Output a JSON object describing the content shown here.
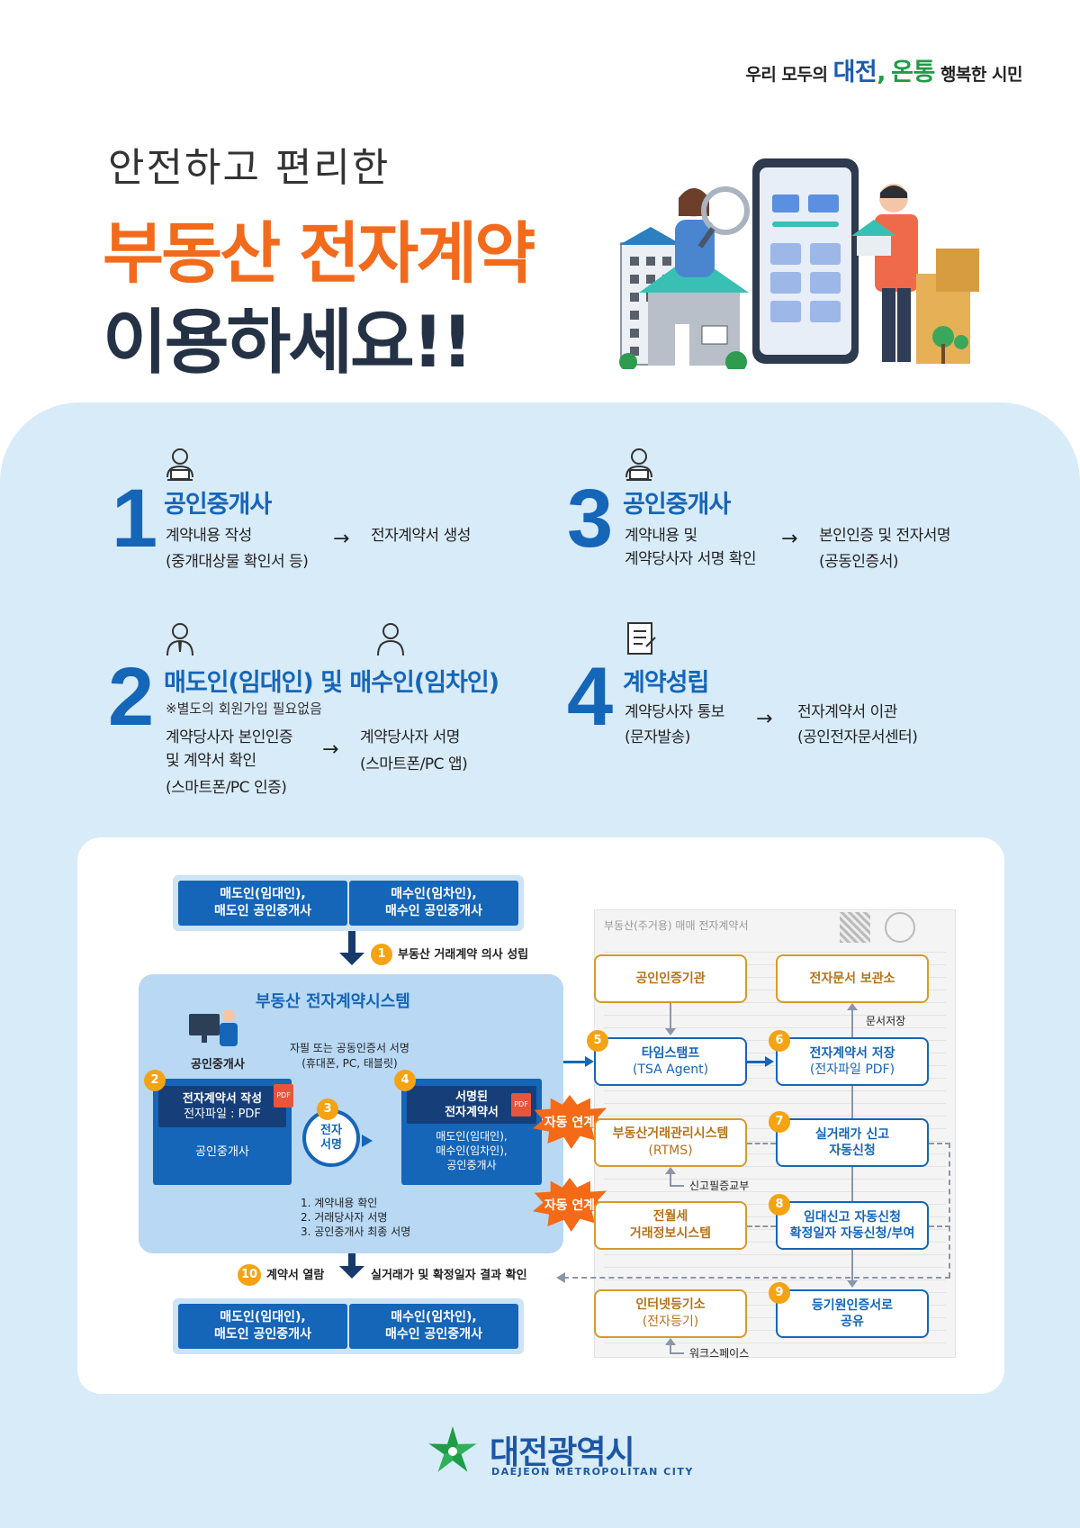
{
  "slogan": {
    "pre": "우리 모두의 ",
    "daejeon": "대전",
    "comma": ",",
    "ontong": "온통",
    "post": " 행복한 시민"
  },
  "title": {
    "line1": "안전하고 편리한",
    "line2": "부동산 전자계약",
    "line3": "이용하세요!!"
  },
  "steps": [
    {
      "num": "1",
      "title": "공인중개사",
      "left": [
        "계약내용 작성",
        "(중개대상물 확인서 등)"
      ],
      "arrow": "→",
      "right": [
        "전자계약서 생성"
      ],
      "icon": "agent-laptop-icon"
    },
    {
      "num": "2",
      "title": "매도인(임대인) 및 매수인(임차인)",
      "note": "※별도의 회원가입 필요없음",
      "left": [
        "계약당사자 본인인증",
        "및 계약서 확인",
        "(스마트폰/PC 인증)"
      ],
      "arrow": "→",
      "right": [
        "계약당사자 서명",
        "(스마트폰/PC 앱)"
      ],
      "icon": "person-icon"
    },
    {
      "num": "3",
      "title": "공인중개사",
      "left": [
        "계약내용 및",
        "계약당사자 서명 확인"
      ],
      "arrow": "→",
      "right": [
        "본인인증 및 전자서명",
        "(공동인증서)"
      ],
      "icon": "agent-laptop-icon"
    },
    {
      "num": "4",
      "title": "계약성립",
      "left": [
        "계약당사자 통보",
        "(문자발송)"
      ],
      "arrow": "→",
      "right": [
        "전자계약서 이관",
        "(공인전자문서센터)"
      ],
      "icon": "document-icon"
    }
  ],
  "flow": {
    "top_left": [
      "매도인(임대인),",
      "매도인 공인중개사"
    ],
    "top_right": [
      "매수인(임차인),",
      "매수인 공인중개사"
    ],
    "step1": "1",
    "step1_label": "부동산 거래계약 의사 성립",
    "system_title": "부동산 전자계약시스템",
    "agent_label": "공인중개사",
    "sign_note": [
      "자필 또는 공동인증서 서명",
      "(휴대폰, PC, 태블릿)"
    ],
    "box2_num": "2",
    "box2_title": [
      "전자계약서 작성",
      "전자파일 : PDF"
    ],
    "box2_sub": "공인중개사",
    "box3_num": "3",
    "box3_label": [
      "전자",
      "서명"
    ],
    "box4_num": "4",
    "box4_title": [
      "서명된",
      "전자계약서"
    ],
    "box4_sub": [
      "매도인(임대인),",
      "매수인(임차인),",
      "공인중개사"
    ],
    "checklist": [
      "1. 계약내용 확인",
      "2. 거래당사자 서명",
      "3. 공인중개사 최종 서명"
    ],
    "step10": "10",
    "step10_label": "계약서 열람",
    "result_label": "실거래가 및 확정일자 결과 확인",
    "bottom_left": [
      "매도인(임대인),",
      "매도인 공인중개사"
    ],
    "bottom_right": [
      "매수인(임차인),",
      "매수인 공인중개사"
    ],
    "doc_header": "부동산(주거용) 매매 전자계약서",
    "cert_org": "공인인증기관",
    "doc_storage": "전자문서 보관소",
    "doc_save_note": "문서저장",
    "s5": "5",
    "timestamp": [
      "타임스탬프",
      "(TSA Agent)"
    ],
    "s6": "6",
    "save": [
      "전자계약서 저장",
      "(전자파일 PDF)"
    ],
    "auto_link": "자동 연계",
    "rtms": [
      "부동산거래관리시스템",
      "(RTMS)"
    ],
    "rtms_note": "신고필증교부",
    "s7": "7",
    "real_price": [
      "실거래가 신고",
      "자동신청"
    ],
    "rent_system": [
      "전월세",
      "거래정보시스템"
    ],
    "s8": "8",
    "lease": [
      "임대신고 자동신청",
      "확정일자 자동신청/부여"
    ],
    "registry": [
      "인터넷등기소",
      "(전자등기)"
    ],
    "registry_note": "워크스페이스",
    "s9": "9",
    "share": [
      "등기원인증서로",
      "공유"
    ]
  },
  "logo": {
    "kr": "대전광역시",
    "en": "DAEJEON METROPOLITAN CITY"
  },
  "colors": {
    "orange": "#f26b1d",
    "navy": "#253246",
    "blue": "#1565b8",
    "green": "#1e9c48",
    "light_blue_bg": "#d8ebf8"
  }
}
